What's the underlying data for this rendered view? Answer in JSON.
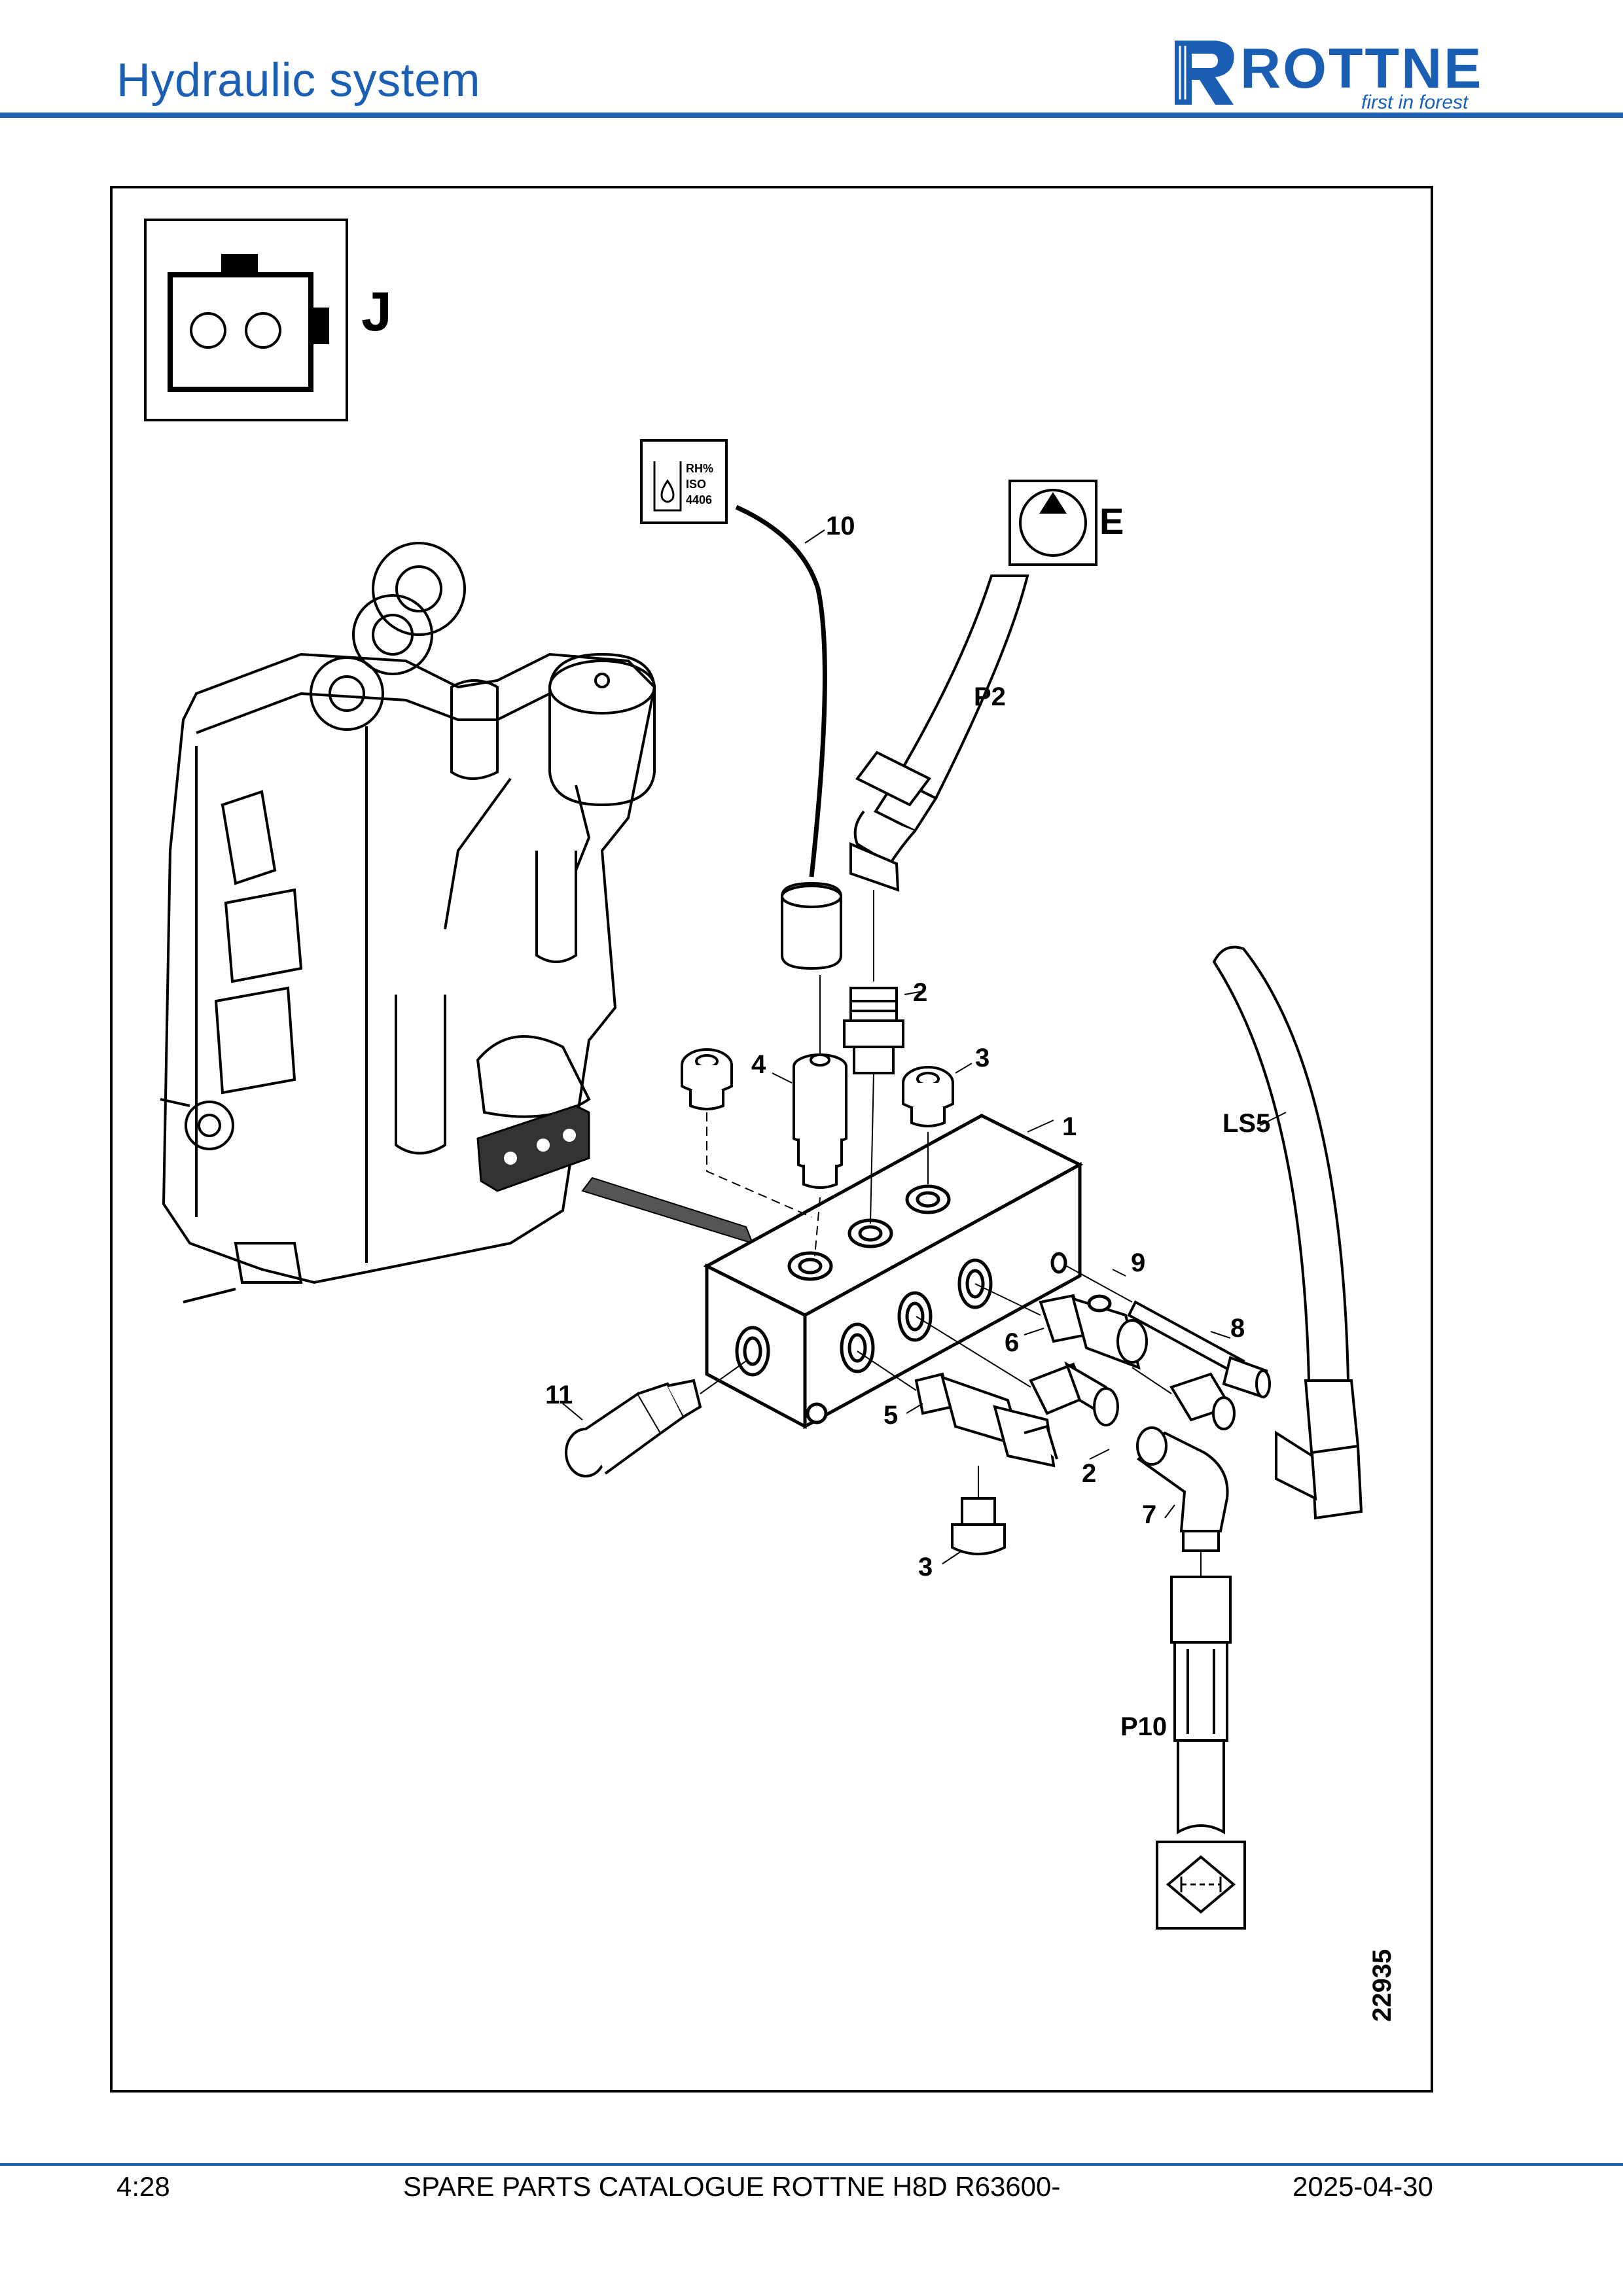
{
  "header": {
    "title": "Hydraulic system",
    "logo_text": "ROTTNE",
    "logo_tagline": "first in forest"
  },
  "diagram": {
    "callouts": [
      "1",
      "2",
      "3",
      "4",
      "5",
      "6",
      "7",
      "8",
      "9",
      "10",
      "11",
      "2",
      "3"
    ],
    "labels": {
      "j_symbol": "J",
      "e_symbol": "E",
      "p2": "P2",
      "ls5": "LS5",
      "p10": "P10",
      "rh_line1": "RH%",
      "rh_line2": "ISO",
      "rh_line3": "4406",
      "figure_number": "22935"
    }
  },
  "footer": {
    "page": "4:28",
    "catalogue": "SPARE PARTS CATALOGUE ROTTNE H8D R63600-",
    "date": "2025-04-30"
  },
  "colors": {
    "brand_blue": "#1a5fb4"
  }
}
